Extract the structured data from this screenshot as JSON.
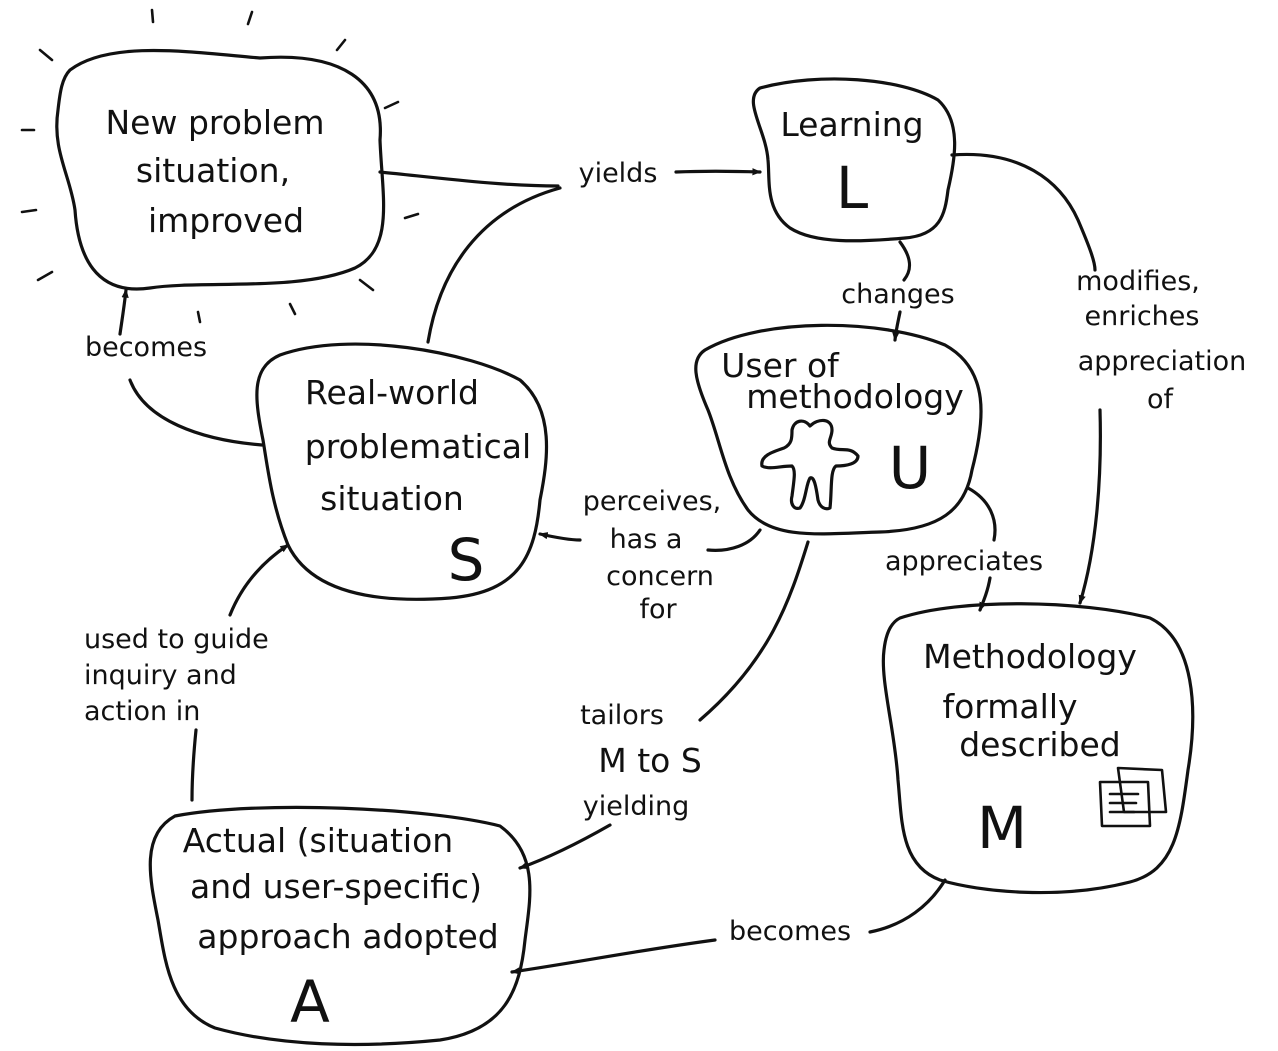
{
  "nodes": {
    "new_problem": {
      "lines": [
        "New problem",
        "situation,",
        "improved"
      ]
    },
    "learning": {
      "lines": [
        "Learning"
      ],
      "letter": "L"
    },
    "user": {
      "lines": [
        "User of",
        "methodology"
      ],
      "letter": "U"
    },
    "real_world": {
      "lines": [
        "Real-world",
        "problematical",
        "situation"
      ],
      "letter": "S"
    },
    "methodology": {
      "lines": [
        "Methodology",
        "formally",
        "described"
      ],
      "letter": "M"
    },
    "approach": {
      "lines": [
        "Actual (situation",
        "and user-specific)",
        "approach adopted"
      ],
      "letter": "A"
    }
  },
  "edges": {
    "yields": [
      "yields"
    ],
    "becomes_top": [
      "becomes"
    ],
    "changes": [
      "changes"
    ],
    "modifies": [
      "modifies,",
      "enriches",
      "appreciation",
      "of"
    ],
    "perceives": [
      "perceives,",
      "has a",
      "concern",
      "for"
    ],
    "appreciates": [
      "appreciates"
    ],
    "used_to_guide": [
      "used to guide",
      "inquiry and",
      "action in"
    ],
    "tailors": [
      "tailors",
      "M to S",
      "yielding"
    ],
    "becomes_bottom": [
      "becomes"
    ]
  },
  "icons": {
    "person": "person-icon",
    "document": "document-icon",
    "sun_rays": "sun-rays-icon"
  }
}
